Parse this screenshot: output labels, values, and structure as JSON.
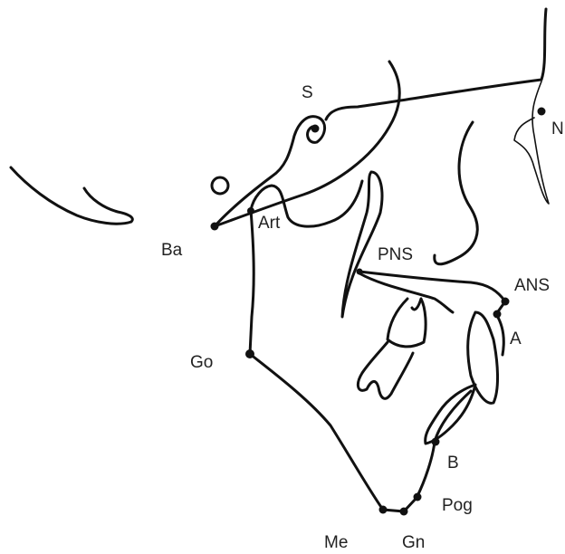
{
  "landmarks": {
    "s": "S",
    "n": "N",
    "ba": "Ba",
    "art": "Art",
    "pns": "PNS",
    "ans": "ANS",
    "a": "A",
    "go": "Go",
    "b": "B",
    "pog": "Pog",
    "me": "Me",
    "gn": "Gn"
  },
  "colors": {
    "line": "#111111",
    "label": "#222222",
    "background": "#ffffff"
  }
}
